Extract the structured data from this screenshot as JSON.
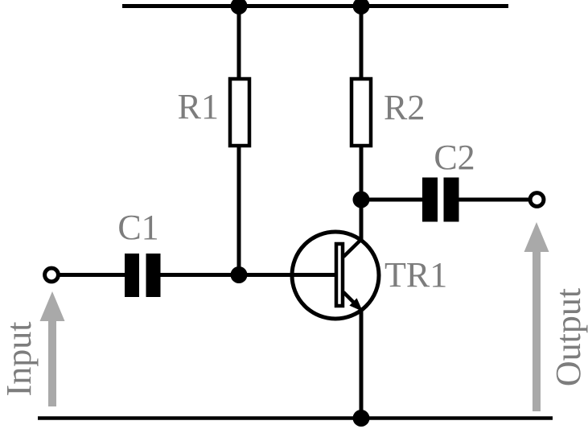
{
  "diagram": {
    "type": "circuit-schematic",
    "description": "Single-stage common-emitter transistor amplifier",
    "labels": {
      "r1": "R1",
      "r2": "R2",
      "c1": "C1",
      "c2": "C2",
      "tr1": "TR1",
      "input": "Input",
      "output": "Output"
    },
    "colors": {
      "wire": "#000000",
      "component_label": "#7d7d7d",
      "signal_arrow": "#a9a9a9",
      "background": "#ffffff"
    }
  }
}
